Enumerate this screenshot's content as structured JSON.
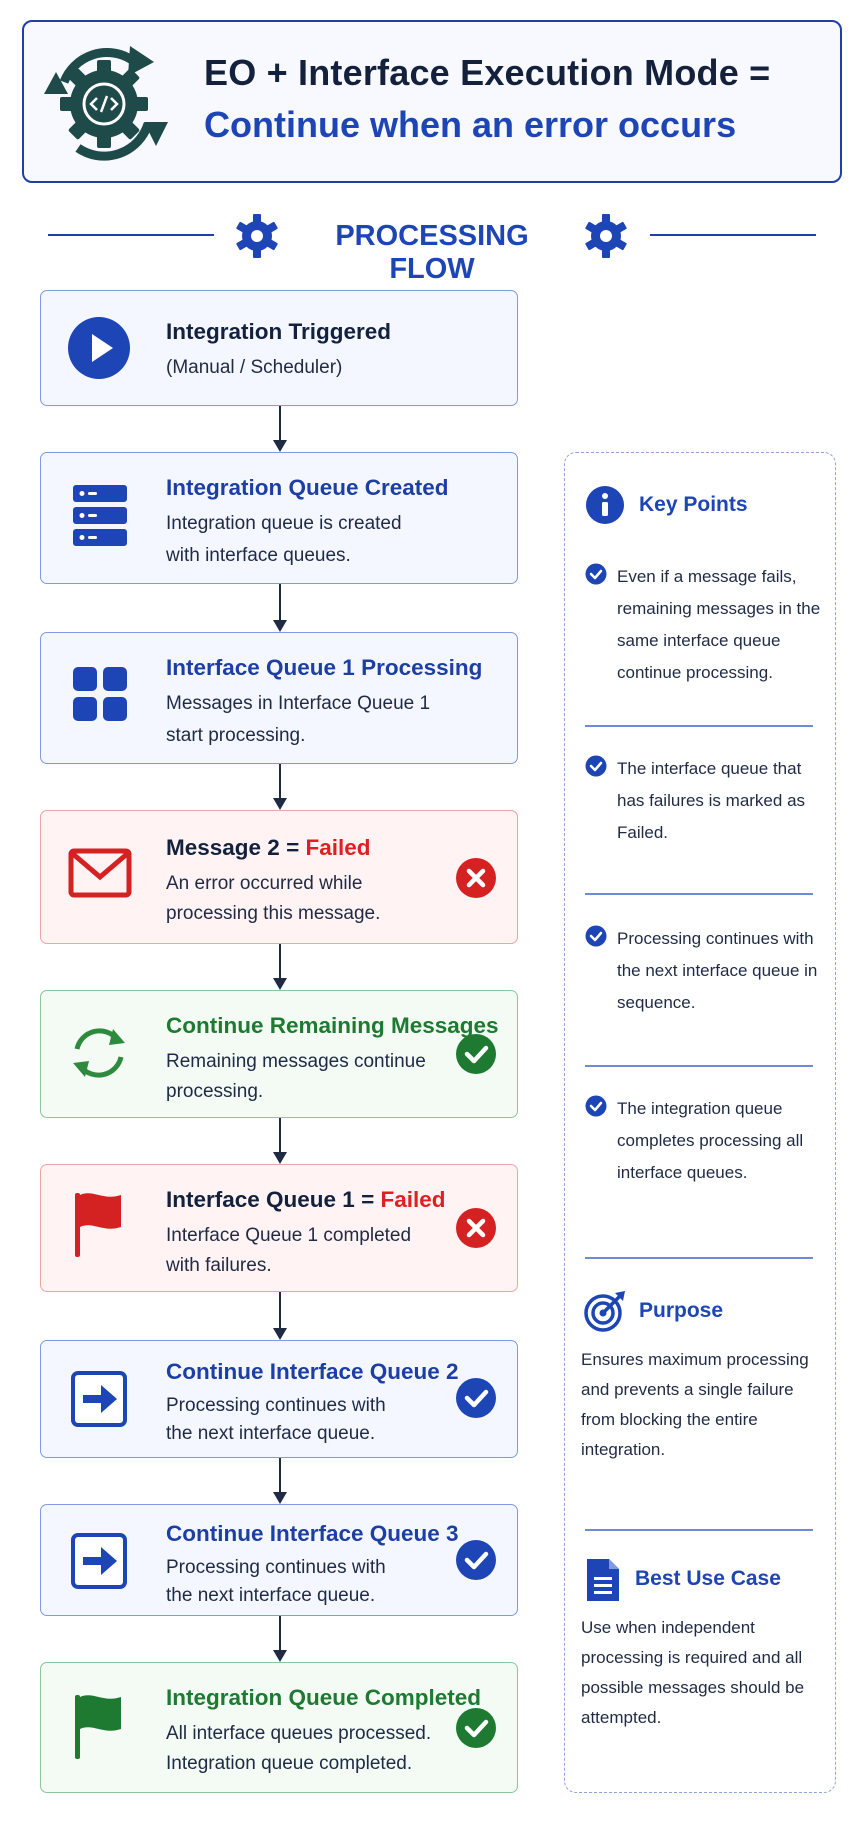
{
  "header": {
    "title_line1": "EO + Interface Execution Mode =",
    "title_line2": "Continue when an error occurs"
  },
  "flow_heading": "PROCESSING FLOW",
  "steps": [
    {
      "title": "Integration Triggered",
      "desc_line1": "(Manual / Scheduler)",
      "desc_line2": "",
      "icon": "play-icon"
    },
    {
      "title": "Integration Queue Created",
      "desc_line1": "Integration queue is created",
      "desc_line2": "with interface queues.",
      "icon": "server-stack-icon"
    },
    {
      "title": "Interface Queue 1 Processing",
      "desc_line1": "Messages in Interface Queue 1",
      "desc_line2": "start processing.",
      "icon": "grid-icon"
    },
    {
      "title_prefix": "Message 2 = ",
      "title_status": "Failed",
      "desc_line1": "An error occurred while",
      "desc_line2": "processing this message.",
      "icon": "mail-icon",
      "badge": "error-x-icon"
    },
    {
      "title": "Continue Remaining Messages",
      "desc_line1": "Remaining messages continue",
      "desc_line2": "processing.",
      "icon": "refresh-icon",
      "badge": "check-green-icon"
    },
    {
      "title_prefix": "Interface Queue 1 = ",
      "title_status": "Failed",
      "desc_line1": "Interface Queue 1 completed",
      "desc_line2": "with failures.",
      "icon": "red-flag-icon",
      "badge": "error-x-icon"
    },
    {
      "title": "Continue Interface Queue 2",
      "desc_line1": "Processing continues with",
      "desc_line2": "the next interface queue.",
      "icon": "arrow-right-box-icon",
      "badge": "check-blue-icon"
    },
    {
      "title": "Continue Interface Queue 3",
      "desc_line1": "Processing continues with",
      "desc_line2": "the next interface queue.",
      "icon": "arrow-right-box-icon",
      "badge": "check-blue-icon"
    },
    {
      "title": "Integration Queue Completed",
      "desc_line1": "All interface queues processed.",
      "desc_line2": "Integration queue completed.",
      "icon": "green-flag-icon",
      "badge": "check-green-icon"
    }
  ],
  "panel": {
    "key_points_heading": "Key Points",
    "points": [
      "Even if a message fails, remaining messages in the same interface queue continue processing.",
      "The interface queue that has failures is marked as Failed.",
      "Processing continues with the next interface queue in sequence.",
      "The integration queue completes processing all interface queues."
    ],
    "purpose_heading": "Purpose",
    "purpose_text": "Ensures maximum processing and prevents a single failure from blocking the entire integration.",
    "best_use_heading": "Best Use Case",
    "best_use_text": "Use when independent processing is required and all possible messages should be attempted."
  },
  "colors": {
    "primary_blue": "#1d45b5",
    "dark_navy": "#14213d",
    "fail_red": "#e02020",
    "success_green": "#1e7a30",
    "header_icon_teal": "#1f4a4a"
  }
}
